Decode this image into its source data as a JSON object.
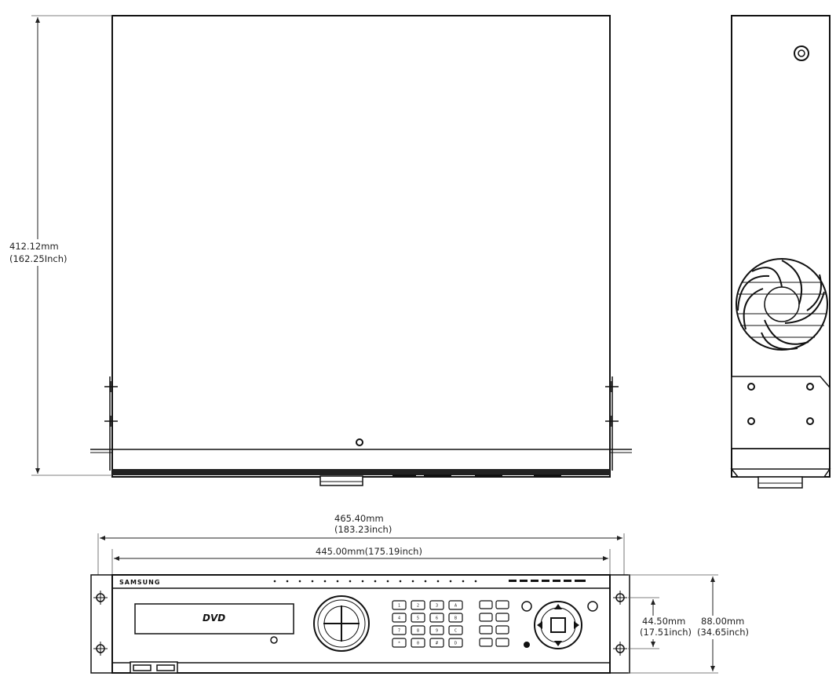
{
  "dimensions": {
    "depth": {
      "mm": "412.12mm",
      "inch": "(162.25Inch)"
    },
    "overall_width": {
      "mm": "465.40mm",
      "inch": "(183.23inch)"
    },
    "body_width": {
      "label": "445.00mm(175.19inch)"
    },
    "rack_pitch": {
      "mm": "44.50mm",
      "inch": "(17.51inch)"
    },
    "height": {
      "mm": "88.00mm",
      "inch": "(34.65inch)"
    }
  },
  "front_panel": {
    "brand": "SAMSUNG",
    "disc_logo": "DVD",
    "keypad_labels": [
      "1",
      "2",
      "3",
      "A",
      "4",
      "5",
      "6",
      "B",
      "7",
      "8",
      "9",
      "C",
      "*",
      "0",
      "#",
      "D"
    ]
  },
  "views": [
    "top-view",
    "side-view",
    "front-view"
  ]
}
